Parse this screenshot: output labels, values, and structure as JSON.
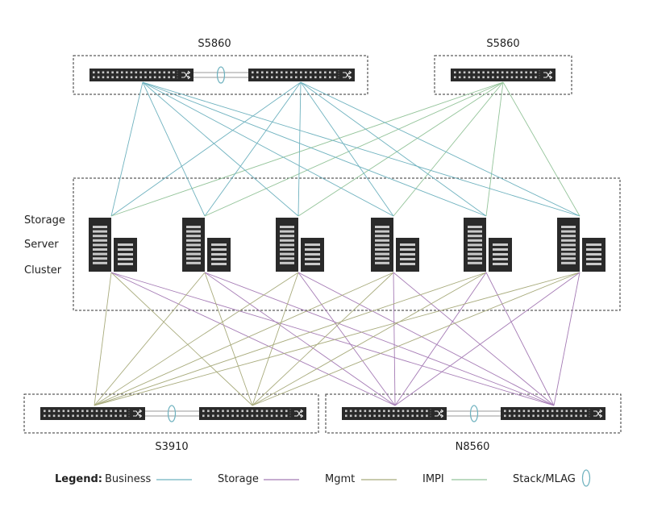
{
  "colors": {
    "business": "#6fb2bf",
    "storage": "#a57bb5",
    "mgmt": "#a8ab7c",
    "impi": "#94c49a",
    "device": "#2a2a2a",
    "port": "#c9c9c9",
    "border": "#333333"
  },
  "groups": {
    "top_left": "S5860",
    "top_right": "S5860",
    "cluster": [
      "Storage",
      "Server",
      "Cluster"
    ],
    "bottom_left": "S3910",
    "bottom_right": "N8560"
  },
  "legend": {
    "title": "Legend:",
    "items": [
      {
        "label": "Business",
        "kind": "line",
        "color": "#6fb2bf"
      },
      {
        "label": "Storage",
        "kind": "line",
        "color": "#a57bb5"
      },
      {
        "label": "Mgmt",
        "kind": "line",
        "color": "#a8ab7c"
      },
      {
        "label": "IMPI",
        "kind": "line",
        "color": "#94c49a"
      },
      {
        "label": "Stack/MLAG",
        "kind": "ellipse",
        "color": "#6fb2bf"
      }
    ]
  },
  "icons": {
    "switch": "network-switch-icon",
    "server": "server-tower-icon",
    "stack": "stack-mlag-ellipse-icon"
  }
}
